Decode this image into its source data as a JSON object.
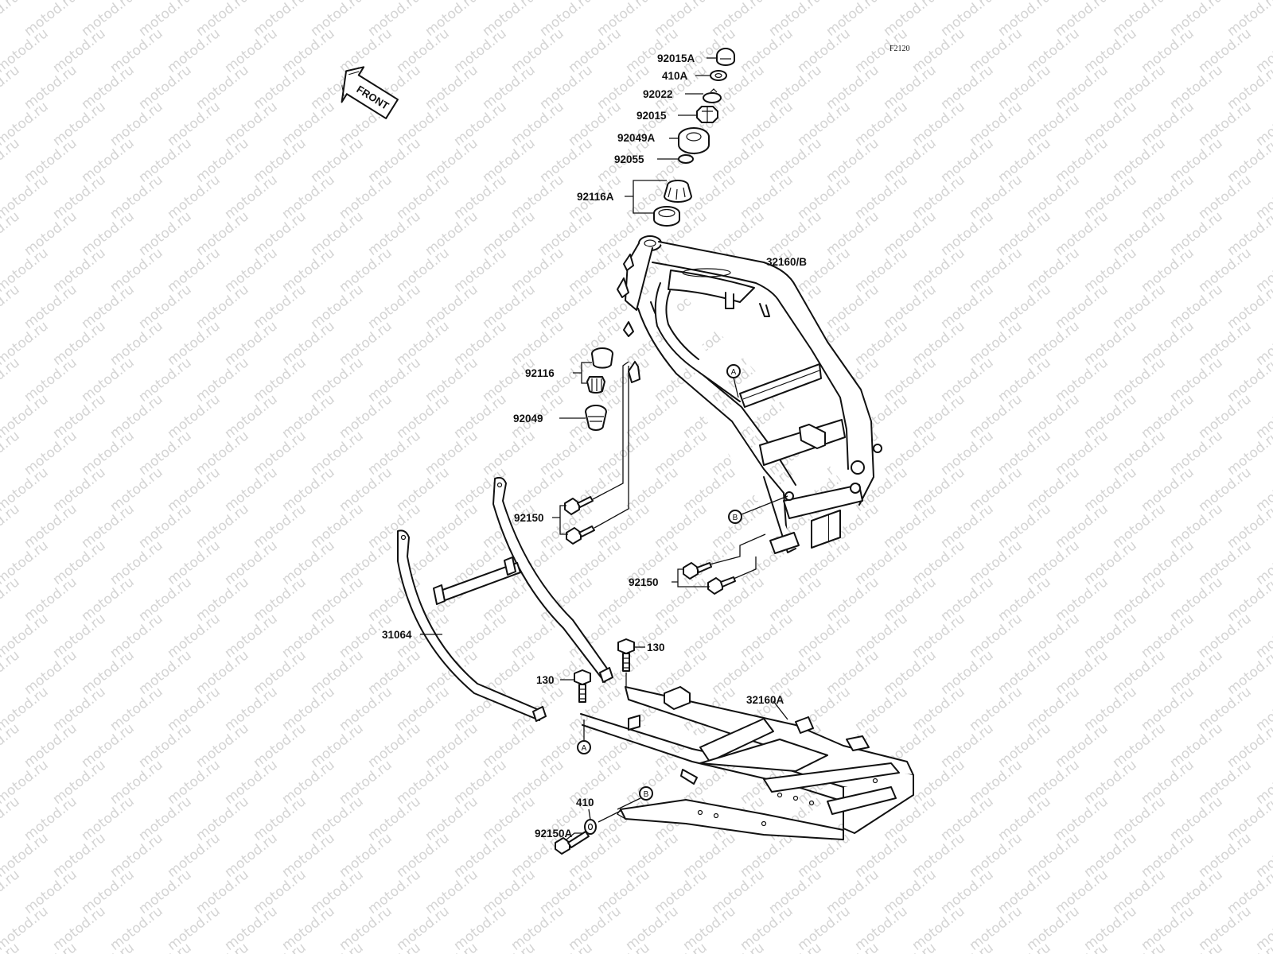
{
  "diagram": {
    "code": "F2120",
    "front_label": "FRONT",
    "watermark": "motod.ru",
    "part_labels": {
      "p92015A": "92015A",
      "p410A": "410A",
      "p92022": "92022",
      "p92015": "92015",
      "p92049A": "92049A",
      "p92055": "92055",
      "p92116A": "92116A",
      "p32160B": "32160/B",
      "p92116": "92116",
      "p92049": "92049",
      "p92150_top": "92150",
      "p92150_mid": "92150",
      "p31064": "31064",
      "p130_right": "130",
      "p130_left": "130",
      "p32160A": "32160A",
      "p410": "410",
      "p92150A": "92150A"
    },
    "ref_markers": {
      "a_upper": "A",
      "b_upper": "B",
      "a_lower": "A",
      "b_lower": "B"
    }
  }
}
